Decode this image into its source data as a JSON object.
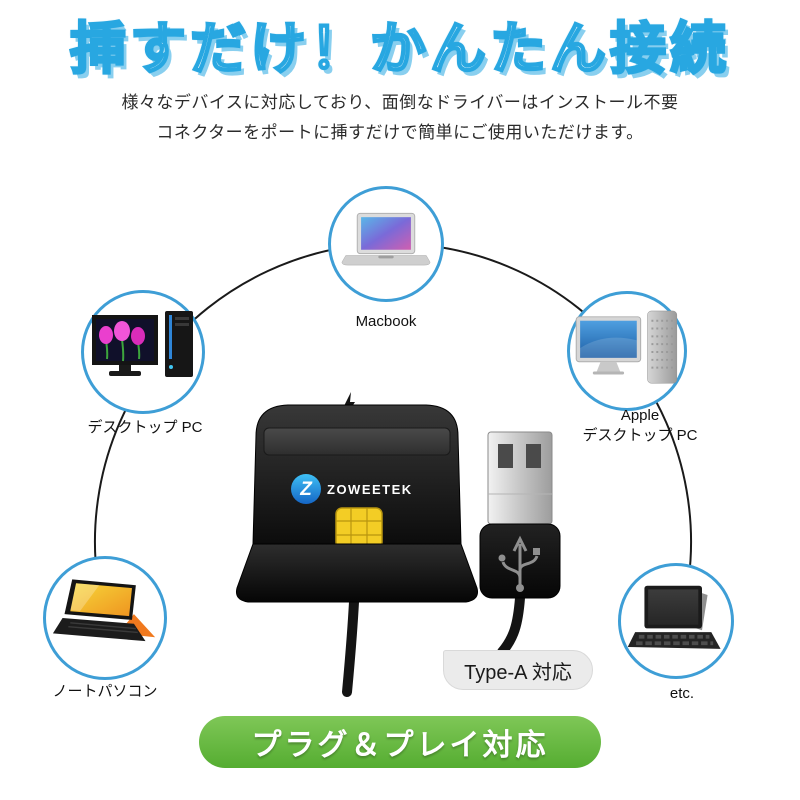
{
  "page": {
    "headline": "挿すだけ！かんたん接続",
    "subtitle_line1": "様々なデバイスに対応しており、面倒なドライバーはインストール不要",
    "subtitle_line2": "コネクターをポートに挿すだけで簡単にご使用いただけます。",
    "typea_label": "Type-A 対応",
    "footer_banner": "プラグ＆プレイ対応"
  },
  "devices": [
    {
      "id": "macbook",
      "label": "Macbook"
    },
    {
      "id": "desktop-pc",
      "label": "デスクトップ PC"
    },
    {
      "id": "apple-desktop",
      "label_line1": "Apple",
      "label_line2": "デスクトップ PC"
    },
    {
      "id": "notebook",
      "label": "ノートパソコン"
    },
    {
      "id": "tablet",
      "label": "etc."
    }
  ],
  "product": {
    "brand": "ZOWEETEK"
  },
  "colors": {
    "headline_blue": "#28a7e1",
    "circle_border": "#3e9ed6",
    "banner_green": "#55ad31",
    "chip_yellow": "#f3cd25"
  }
}
